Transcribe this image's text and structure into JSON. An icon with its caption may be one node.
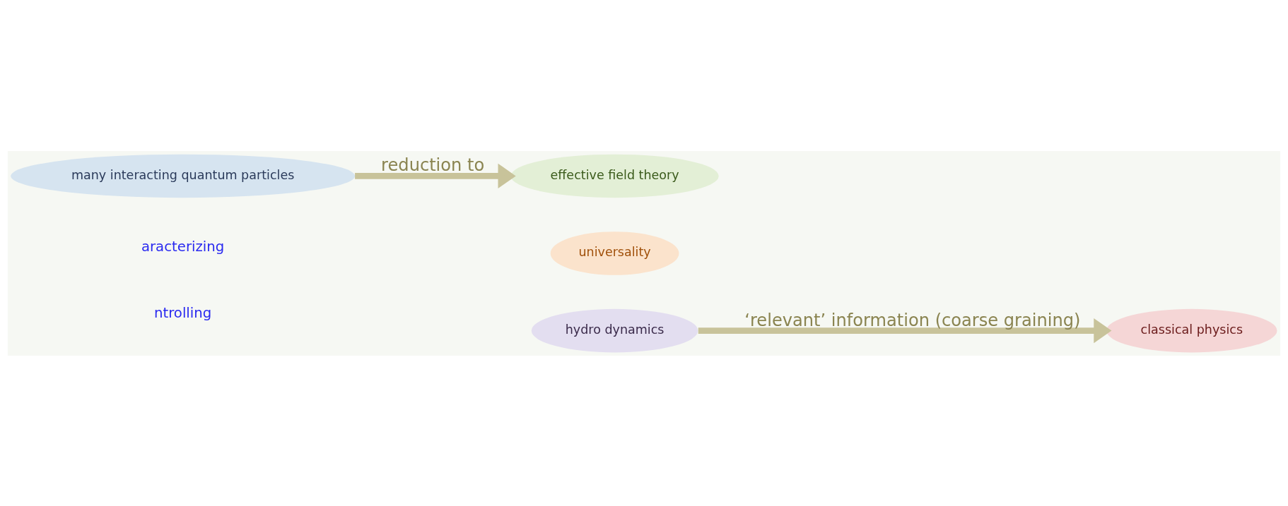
{
  "diagram": {
    "nodes": [
      {
        "text": [
          "many interacting quantum particles"
        ]
      },
      {
        "text": [
          "effective field theory"
        ]
      },
      {
        "text": [
          "hydro dynamics"
        ]
      },
      {
        "text": [
          "universality"
        ]
      },
      {
        "text": [
          "classical physics"
        ]
      }
    ],
    "edges": [
      {
        "from": 0,
        "to": 1,
        "arrow": "to",
        "label": "reduction to"
      },
      {
        "from": 2,
        "to": 4,
        "arrow": "to",
        "label": "‘relevant’ information (coarse graining)"
      }
    ],
    "labels": [
      "aracterizing",
      "ntrolling"
    ]
  }
}
